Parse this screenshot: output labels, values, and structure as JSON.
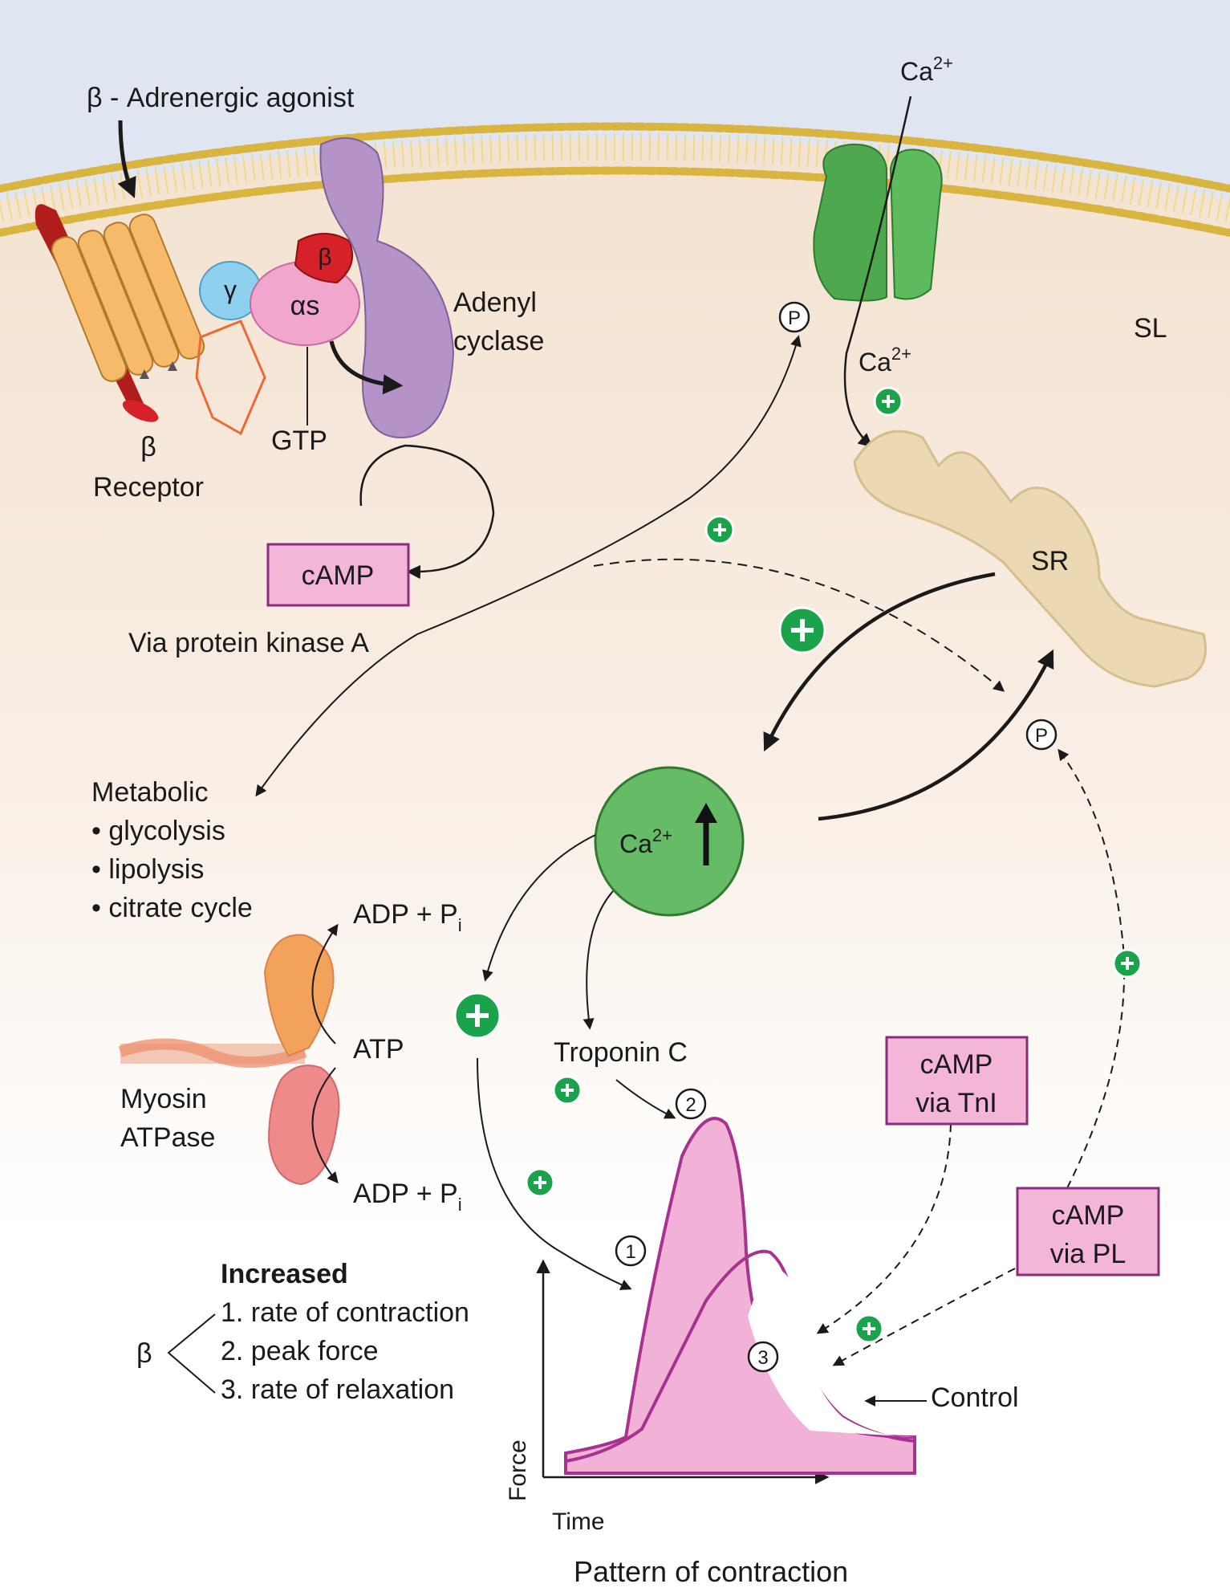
{
  "labels": {
    "agonist": "β - Adrenergic agonist",
    "gamma": "γ",
    "beta_sub": "β",
    "alpha_s": "αs",
    "adenyl_1": "Adenyl",
    "adenyl_2": "cyclase",
    "gtp": "GTP",
    "receptor_beta": "β",
    "receptor": "Receptor",
    "camp": "cAMP",
    "pka": "Via protein kinase A",
    "metabolic": "Metabolic",
    "glycolysis": "• glycolysis",
    "lipolysis": "• lipolysis",
    "citrate": "• citrate cycle",
    "myosin_1": "Myosin",
    "myosin_2": "ATPase",
    "adp_top": "ADP + P",
    "adp_bottom": "ADP + P",
    "pi_sub": "i",
    "atp": "ATP",
    "ca_top": "Ca",
    "ca_mid": "Ca",
    "ca_center": "Ca",
    "ca_sup": "2+",
    "sl": "SL",
    "sr": "SR",
    "p": "P",
    "troponin": "Troponin C",
    "camp_tni_1": "cAMP",
    "camp_tni_2": "via TnI",
    "camp_pl_1": "cAMP",
    "camp_pl_2": "via PL",
    "control": "Control",
    "force": "Force",
    "time": "Time",
    "pattern": "Pattern of contraction",
    "increased": "Increased",
    "item1": "1. rate of contraction",
    "item2": "2. peak force",
    "item3": "3. rate of relaxation",
    "beta_brace": "β",
    "n1": "1",
    "n2": "2",
    "n3": "3"
  },
  "colors": {
    "background_top": "#dfe6f1",
    "cytoplasm": "#f7ebe0",
    "membrane_head": "#d9b43f",
    "receptor_red": "#b11d1d",
    "helix_orange": "#f7b96a",
    "gamma_blue": "#8fd0ee",
    "alpha_pink": "#f0a6cd",
    "beta_red": "#d6202a",
    "adenyl_purple": "#b592c8",
    "channel_green": "#4ea84e",
    "ca_green": "#66bb66",
    "plus_green": "#1aa34a",
    "sr_tan": "#ecd9b3",
    "camp_box_fill": "#f4b6d8",
    "camp_box_border": "#8a2c7f",
    "curve_pink": "#f2b1d6",
    "curve_line": "#a8328f",
    "myosin_orange": "#f3a25c",
    "myosin_red": "#ee8a8a"
  }
}
